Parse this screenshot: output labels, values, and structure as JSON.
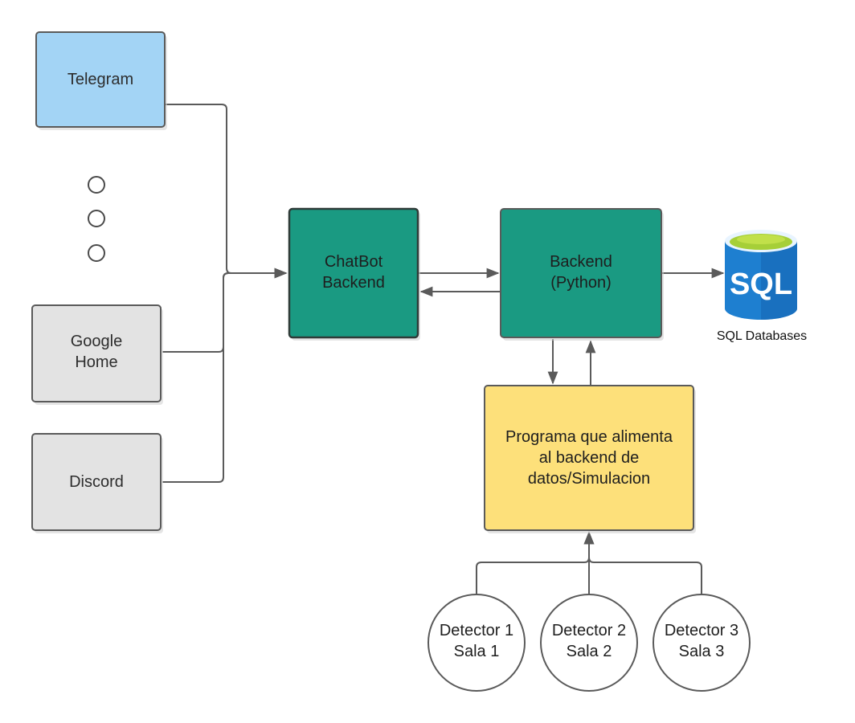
{
  "colors": {
    "telegram_fill": "#a3d4f5",
    "gray_fill": "#e3e3e3",
    "teal_fill": "#1a9a82",
    "yellow_fill": "#fde07a",
    "stroke": "#5a5a5a",
    "sql_blue": "#1e7fd0",
    "sql_top": "#a6cf38"
  },
  "nodes": {
    "telegram": {
      "label": "Telegram"
    },
    "google_home": {
      "line1": "Google",
      "line2": "Home"
    },
    "discord": {
      "label": "Discord"
    },
    "chatbot": {
      "line1": "ChatBot",
      "line2": "Backend"
    },
    "backend": {
      "line1": "Backend",
      "line2": "(Python)"
    },
    "programa": {
      "line1": "Programa que alimenta",
      "line2": "al backend de",
      "line3": "datos/Simulacion"
    },
    "sql": {
      "logo_text": "SQL",
      "caption": "SQL Databases"
    },
    "detectors": [
      {
        "line1": "Detector 1",
        "line2": "Sala 1"
      },
      {
        "line1": "Detector 2",
        "line2": "Sala 2"
      },
      {
        "line1": "Detector 3",
        "line2": "Sala 3"
      }
    ]
  },
  "edges": [
    {
      "from": "telegram",
      "to": "chatbot"
    },
    {
      "from": "google_home",
      "to": "chatbot"
    },
    {
      "from": "discord",
      "to": "chatbot"
    },
    {
      "from": "chatbot",
      "to": "backend"
    },
    {
      "from": "backend",
      "to": "chatbot"
    },
    {
      "from": "backend",
      "to": "sql"
    },
    {
      "from": "backend",
      "to": "programa"
    },
    {
      "from": "programa",
      "to": "backend"
    },
    {
      "from": "detector_1",
      "to": "programa"
    },
    {
      "from": "detector_2",
      "to": "programa"
    },
    {
      "from": "detector_3",
      "to": "programa"
    }
  ]
}
